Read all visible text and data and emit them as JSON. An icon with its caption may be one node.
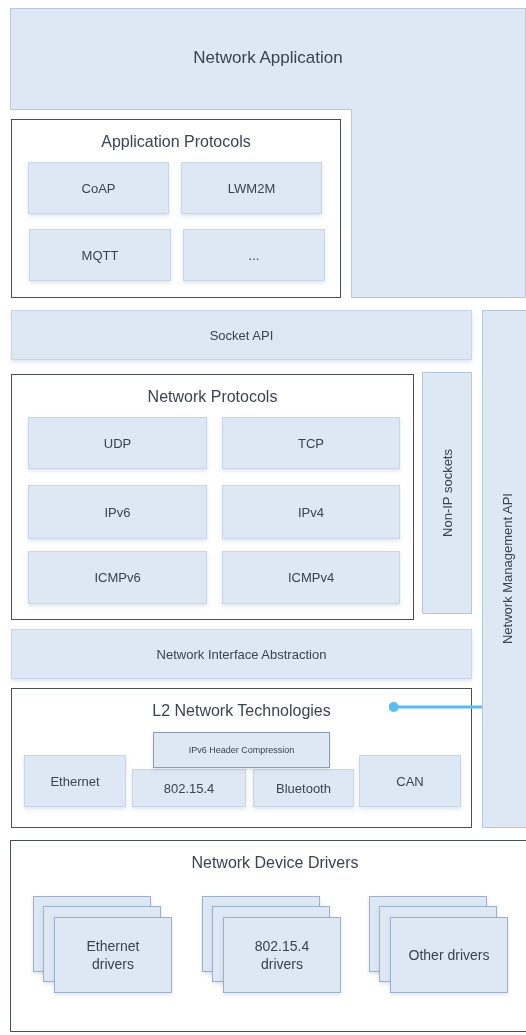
{
  "diagram": {
    "nodes": [
      {
        "text": [
          "Network Application"
        ]
      },
      {
        "text": [
          "Application Protocols"
        ]
      },
      {
        "text": [
          "CoAP"
        ],
        "in": 1
      },
      {
        "text": [
          "LWM2M"
        ],
        "in": 1
      },
      {
        "text": [
          "MQTT"
        ],
        "in": 1
      },
      {
        "text": [
          "..."
        ],
        "in": 1
      },
      {
        "text": [
          "Socket API"
        ]
      },
      {
        "text": [
          "Network Management API"
        ]
      },
      {
        "text": [
          "Network Protocols"
        ]
      },
      {
        "text": [
          "UDP"
        ],
        "in": 8
      },
      {
        "text": [
          "TCP"
        ],
        "in": 8
      },
      {
        "text": [
          "IPv6"
        ],
        "in": 8
      },
      {
        "text": [
          "IPv4"
        ],
        "in": 8
      },
      {
        "text": [
          "ICMPv6"
        ],
        "in": 8
      },
      {
        "text": [
          "ICMPv4"
        ],
        "in": 8
      },
      {
        "text": [
          "Non-IP sockets"
        ]
      },
      {
        "text": [
          "Network Interface Abstraction"
        ]
      },
      {
        "text": [
          "L2 Network Technologies"
        ]
      },
      {
        "text": [
          "IPv6 Header Compression"
        ],
        "in": 17
      },
      {
        "text": [
          "Ethernet"
        ],
        "in": 17
      },
      {
        "text": [
          "802.15.4"
        ],
        "in": 17
      },
      {
        "text": [
          "Bluetooth"
        ],
        "in": 17
      },
      {
        "text": [
          "CAN"
        ],
        "in": 17
      },
      {
        "text": [
          "Network Device Drivers"
        ]
      },
      {
        "text": [
          "Ethernet drivers"
        ],
        "in": 23
      },
      {
        "text": [
          "802.15.4 drivers"
        ],
        "in": 23
      },
      {
        "text": [
          "Other drivers"
        ],
        "in": 23
      }
    ],
    "edges": [
      {
        "from": 17,
        "to": 7,
        "arrow": "other",
        "color": "#56bdf0"
      }
    ]
  }
}
